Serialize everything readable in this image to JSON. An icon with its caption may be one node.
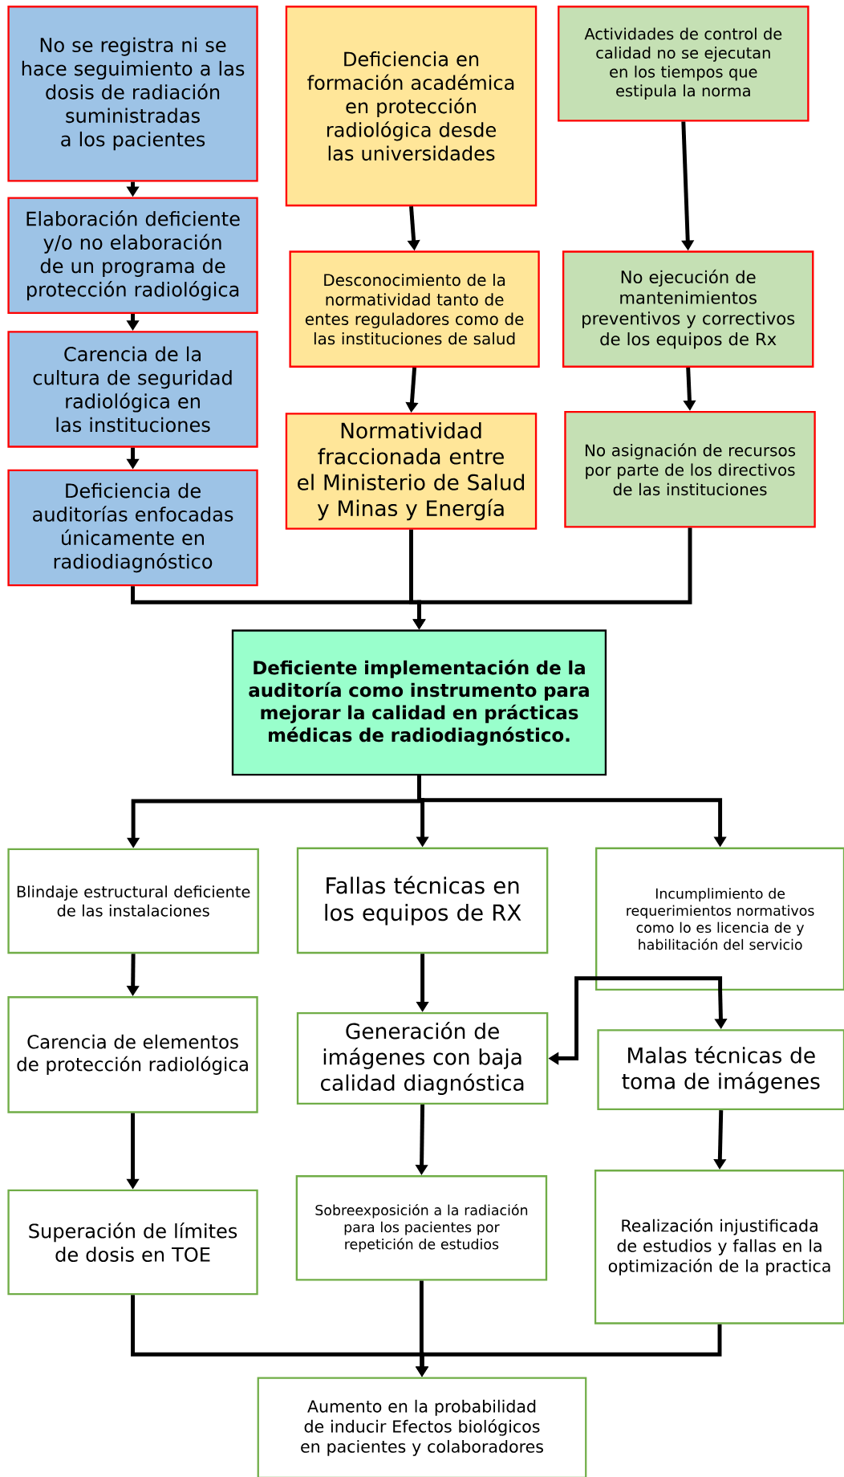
{
  "diagram": {
    "nodes": [
      {
        "text": [
          "No se registra ni se hace seguimiento a las dosis de radiación suministradas a los pacientes"
        ]
      },
      {
        "text": [
          "Elaboración deficiente y/o no elaboración de un programa de protección radiológica"
        ]
      },
      {
        "text": [
          "Carencia de la cultura de seguridad radiológica en las instituciones"
        ]
      },
      {
        "text": [
          "Deficiencia de auditorías enfocadas únicamente en radiodiagnóstico"
        ]
      },
      {
        "text": [
          "Deficiencia en formación académica en protección radiológica desde las universidades"
        ]
      },
      {
        "text": [
          "Desconocimiento de la normatividad tanto de entes reguladores como de las instituciones de salud"
        ]
      },
      {
        "text": [
          "Normatividad fraccionada entre el Ministerio de Salud y Minas y Energía"
        ]
      },
      {
        "text": [
          "Actividades de control de calidad no se ejecutan en los tiempos que estipula la norma"
        ]
      },
      {
        "text": [
          "No ejecución de mantenimientos preventivos y correctivos de los equipos de Rx"
        ]
      },
      {
        "text": [
          "No asignación de recursos por parte de los directivos de las instituciones"
        ]
      },
      {
        "text": [
          "Deficiente implementación de la auditoría como instrumento para mejorar la calidad en prácticas médicas de radiodiagnóstico."
        ]
      },
      {
        "text": [
          "Blindaje estructural deficiente de las instalaciones"
        ]
      },
      {
        "text": [
          "Fallas técnicas en los equipos de RX"
        ]
      },
      {
        "text": [
          "Incumplimiento de requerimientos normativos como lo es licencia de y habilitación del servicio"
        ]
      },
      {
        "text": [
          "Carencia de elementos de protección radiológica"
        ]
      },
      {
        "text": [
          "Generación de imágenes con baja calidad diagnóstica"
        ]
      },
      {
        "text": [
          "Malas técnicas de toma de imágenes"
        ]
      },
      {
        "text": [
          "Superación de límites de dosis en TOE"
        ]
      },
      {
        "text": [
          "Sobreexposición a la radiación para los pacientes por repetición de estudios"
        ]
      },
      {
        "text": [
          "Realización injustificada de estudios y fallas en la optimización de la practica"
        ]
      },
      {
        "text": [
          "Aumento en la probabilidad de inducir Efectos biológicos en pacientes y colaboradores"
        ]
      }
    ],
    "edges": [
      {
        "from": 0,
        "to": 1,
        "arrow": "to"
      },
      {
        "from": 1,
        "to": 2,
        "arrow": "to"
      },
      {
        "from": 2,
        "to": 3,
        "arrow": "to"
      },
      {
        "from": 4,
        "to": 5,
        "arrow": "to"
      },
      {
        "from": 5,
        "to": 6,
        "arrow": "to"
      },
      {
        "from": 7,
        "to": 8,
        "arrow": "to"
      },
      {
        "from": 8,
        "to": 9,
        "arrow": "to"
      },
      {
        "from": 3,
        "to": 10,
        "arrow": "to"
      },
      {
        "from": 6,
        "to": 10,
        "arrow": "to"
      },
      {
        "from": 9,
        "to": 10,
        "arrow": "to"
      },
      {
        "from": 10,
        "to": 11,
        "arrow": "to"
      },
      {
        "from": 10,
        "to": 12,
        "arrow": "to"
      },
      {
        "from": 10,
        "to": 13,
        "arrow": "to"
      },
      {
        "from": 11,
        "to": 14,
        "arrow": "to"
      },
      {
        "from": 14,
        "to": 17,
        "arrow": "to"
      },
      {
        "from": 12,
        "to": 15,
        "arrow": "to"
      },
      {
        "from": 15,
        "to": 18,
        "arrow": "to"
      },
      {
        "from": 13,
        "to": 16,
        "arrow": "to"
      },
      {
        "from": 13,
        "to": 15,
        "arrow": "to"
      },
      {
        "from": 16,
        "to": 19,
        "arrow": "to"
      },
      {
        "from": 17,
        "to": 20,
        "arrow": "to"
      },
      {
        "from": 18,
        "to": 20,
        "arrow": "to"
      },
      {
        "from": 19,
        "to": 20,
        "arrow": "to"
      }
    ]
  }
}
